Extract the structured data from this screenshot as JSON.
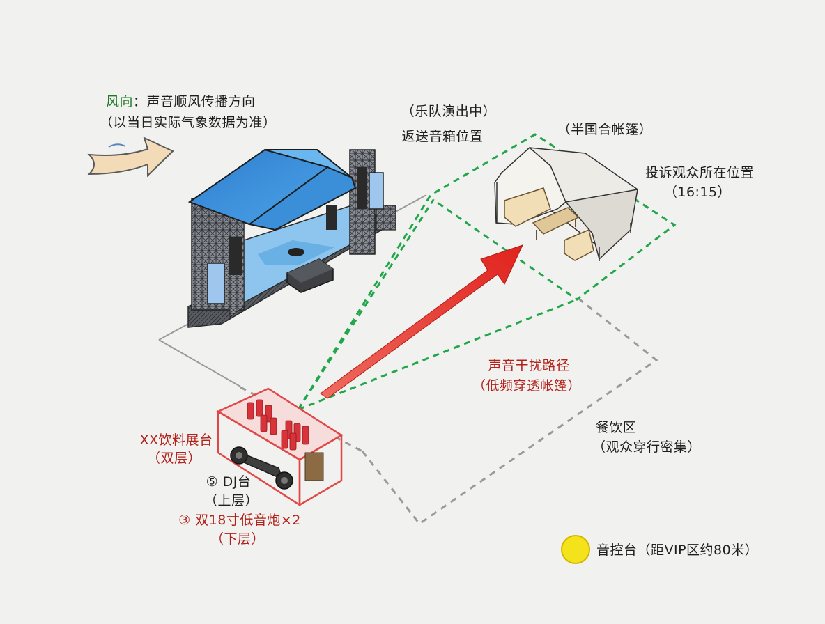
{
  "wind": {
    "prefix": "风向",
    "text": "：声音顺风传播方向",
    "note": "（以当日实际气象数据为准）"
  },
  "monitor": {
    "line1": "（乐队演出中）",
    "line2": "返送音箱位置"
  },
  "tent": {
    "label": "（半国合帐篷）"
  },
  "complaint": {
    "line1": "投诉观众所在位置",
    "line2": "（16:15）"
  },
  "interference": {
    "line1": "声音干扰路径",
    "line2": "（低频穿透帐篷）"
  },
  "dining": {
    "line1": "餐饮区",
    "line2": "（观众穿行密集）"
  },
  "booth": {
    "line1": "XX饮料展台",
    "line2": "（双层）"
  },
  "dj": {
    "line1": "⑤ DJ台",
    "line2": "（上层）"
  },
  "subwoofer": {
    "line1": "③ 双18寸低音炮×2",
    "line2": "（下层）"
  },
  "legend": {
    "text": "音控台（距VIP区约80米）",
    "marker_color": "#f4e21a"
  },
  "colors": {
    "accent_red": "#b3211b",
    "arrow_red": "#e0231d",
    "wind_green": "#1e7a28",
    "dashed_green": "#22a64a",
    "dashed_gray": "#9a9a9a",
    "stage_blue": "#3a8fd8"
  }
}
